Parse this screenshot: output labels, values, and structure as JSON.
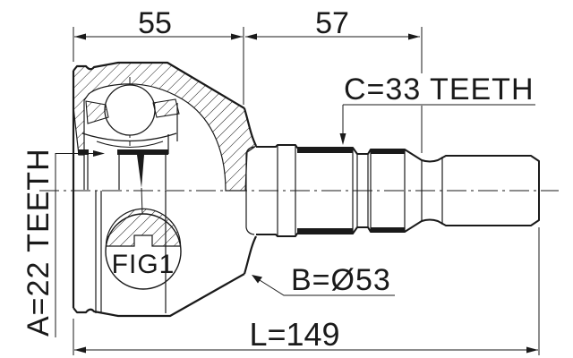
{
  "drawing": {
    "labels": {
      "dim_top_left": "55",
      "dim_top_right": "57",
      "spline_outer": "C=33 TEETH",
      "spline_inner": "A=22 TEETH",
      "diameter": "B=Ø53",
      "length": "L=149",
      "figure": "FIG1"
    },
    "colors": {
      "line": "#1a1a1a",
      "background": "#ffffff"
    }
  }
}
